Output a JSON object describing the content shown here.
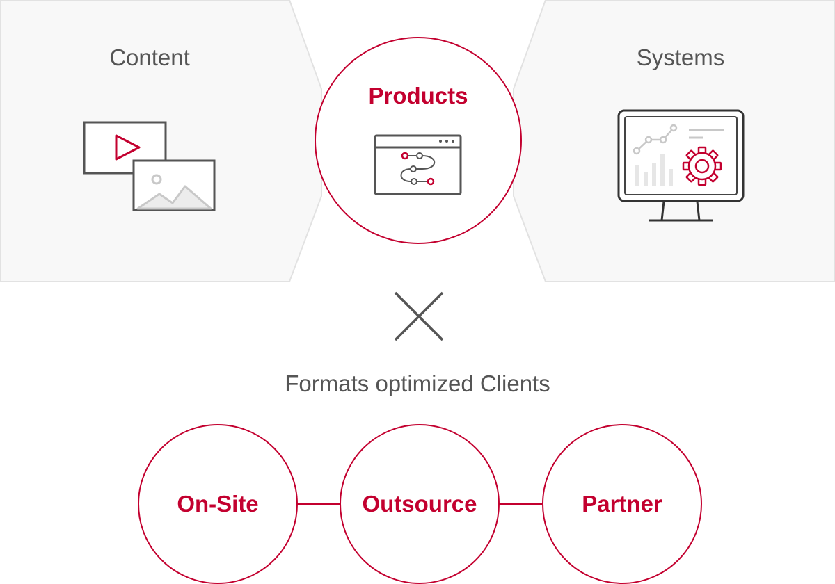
{
  "colors": {
    "accent": "#c3002f",
    "text": "#555555",
    "panel": "#f8f8f8",
    "panel_border": "#e2e2e2",
    "icon": "#555555",
    "icon_light": "#c8c8c8"
  },
  "top": {
    "left_panel": {
      "label": "Content",
      "icon": "media-icon"
    },
    "center": {
      "label": "Products",
      "icon": "workflow-window-icon"
    },
    "right_panel": {
      "label": "Systems",
      "icon": "monitor-dashboard-icon"
    }
  },
  "cross_icon": "multiply-icon",
  "subtitle": "Formats optimized Clients",
  "clients": [
    {
      "label": "On-Site"
    },
    {
      "label": "Outsource"
    },
    {
      "label": "Partner"
    }
  ]
}
